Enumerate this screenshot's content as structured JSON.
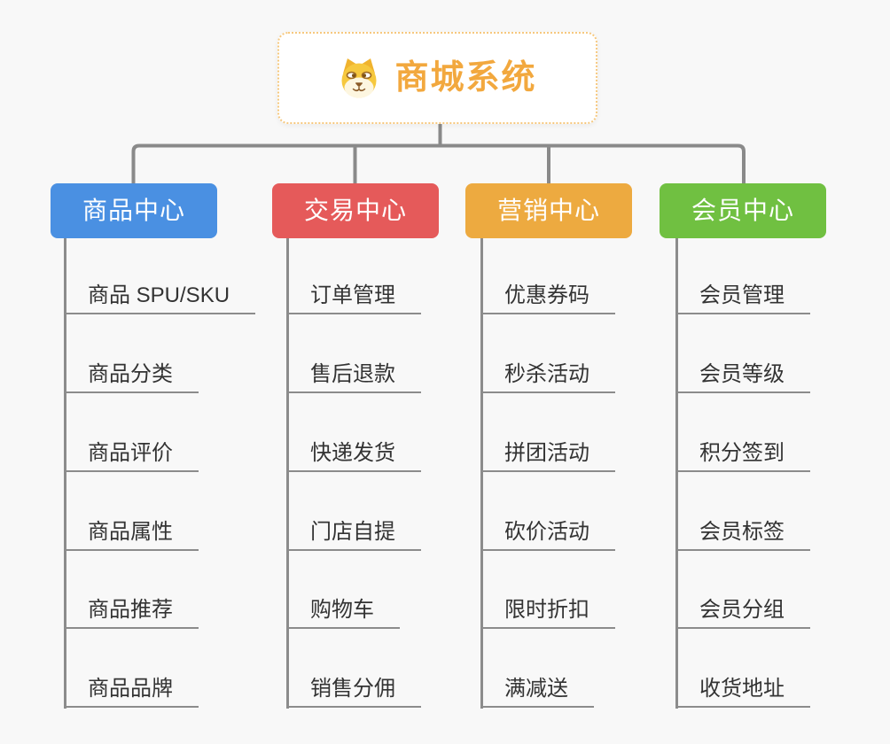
{
  "root": {
    "label": "商城系统",
    "icon": "shiba-dog-icon"
  },
  "branches": [
    {
      "label": "商品中心",
      "color": "#4a90e2",
      "children": [
        "商品 SPU/SKU",
        "商品分类",
        "商品评价",
        "商品属性",
        "商品推荐",
        "商品品牌"
      ]
    },
    {
      "label": "交易中心",
      "color": "#e55a5a",
      "children": [
        "订单管理",
        "售后退款",
        "快递发货",
        "门店自提",
        "购物车",
        "销售分佣"
      ]
    },
    {
      "label": "营销中心",
      "color": "#edaa40",
      "children": [
        "优惠券码",
        "秒杀活动",
        "拼团活动",
        "砍价活动",
        "限时折扣",
        "满减送"
      ]
    },
    {
      "label": "会员中心",
      "color": "#70c041",
      "children": [
        "会员管理",
        "会员等级",
        "积分签到",
        "会员标签",
        "会员分组",
        "收货地址"
      ]
    }
  ],
  "colors": {
    "background": "#f8f8f8",
    "connector": "#8a8a8a",
    "leaf_line": "#8c8c8c",
    "leaf_text": "#333333",
    "root_text": "#f2a83e",
    "root_border": "#f6c87e",
    "branch_text": "#ffffff"
  }
}
